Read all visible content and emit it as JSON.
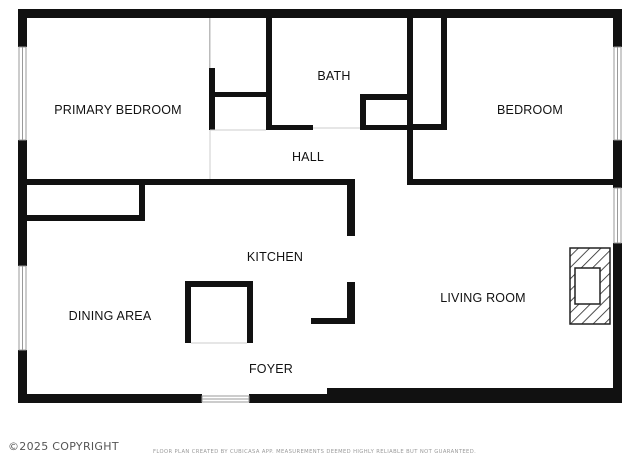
{
  "colors": {
    "wall": "#111111",
    "hatch": "#222222",
    "background": "#ffffff"
  },
  "rooms": [
    {
      "id": "primary-bedroom",
      "label": "PRIMARY BEDROOM"
    },
    {
      "id": "bath",
      "label": "BATH"
    },
    {
      "id": "bedroom",
      "label": "BEDROOM"
    },
    {
      "id": "hall",
      "label": "HALL"
    },
    {
      "id": "kitchen",
      "label": "KITCHEN"
    },
    {
      "id": "living-room",
      "label": "LIVING ROOM"
    },
    {
      "id": "dining-area",
      "label": "DINING AREA"
    },
    {
      "id": "foyer",
      "label": "FOYER"
    }
  ],
  "footer": {
    "copyright": "©2025 COPYRIGHT",
    "disclaimer": "FLOOR PLAN CREATED BY CUBICASA APP. MEASUREMENTS DEEMED HIGHLY RELIABLE BUT NOT GUARANTEED."
  }
}
